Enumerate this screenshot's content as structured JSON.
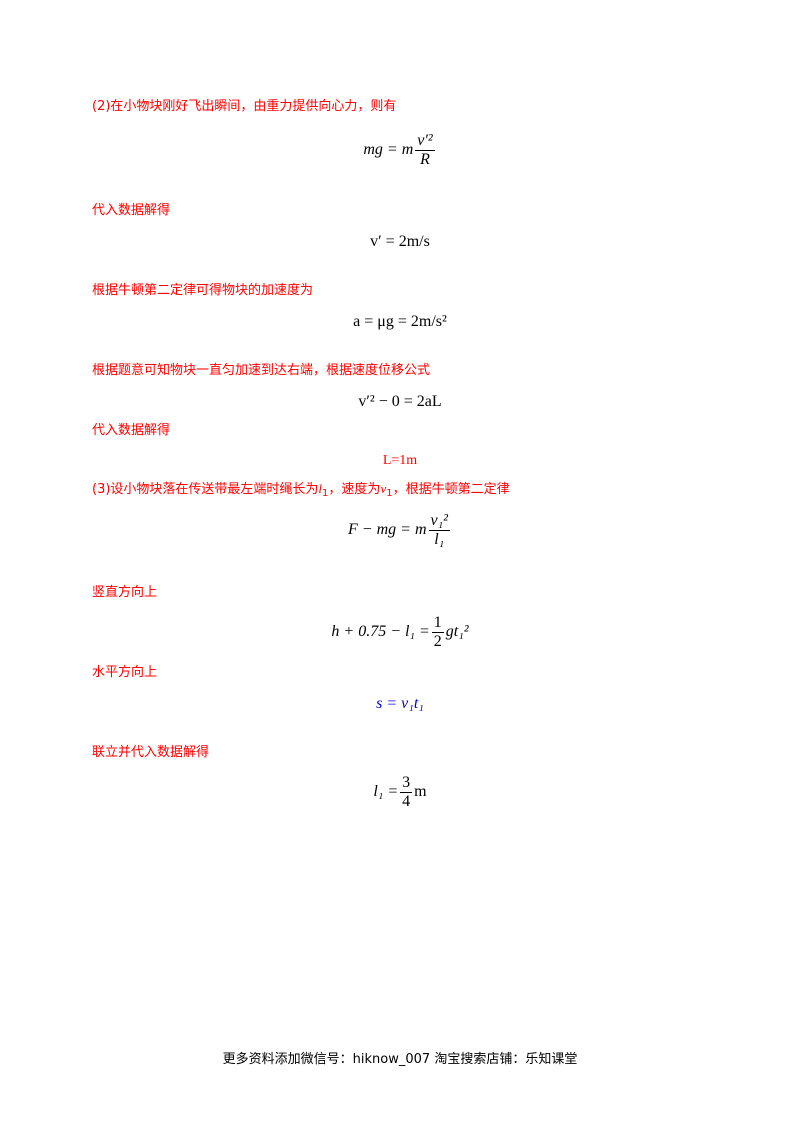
{
  "texts": {
    "t1": "(2)在小物块刚好飞出瞬间，由重力提供向心力，则有",
    "t2": "代入数据解得",
    "t3": "根据牛顿第二定律可得物块的加速度为",
    "t4": "根据题意可知物块一直匀加速到达右端，根据速度位移公式",
    "t5": "代入数据解得",
    "t6a": "(3)设小物块落在传送带最左端时绳长为",
    "t6b": "l",
    "t6c": "1",
    "t6d": "，速度为",
    "t6e": "v",
    "t6f": "1",
    "t6g": "，根据牛顿第二定律",
    "t7": "竖直方向上",
    "t8": "水平方向上",
    "t9": "联立并代入数据解得"
  },
  "equations": {
    "e1_left": "mg = m",
    "e1_num": "v′²",
    "e1_den": "R",
    "e2": "v′ = 2m/s",
    "e3": "a = μg = 2m/s²",
    "e4": "v′² − 0 = 2aL",
    "e5": "L=1m",
    "e6_left": "F − mg = m",
    "e6_num": "v₁²",
    "e6_den": "l₁",
    "e7_left": "h + 0.75 − l₁ =",
    "e7_num": "1",
    "e7_den": "2",
    "e7_right": "gt₁²",
    "e8": "s = v₁t₁",
    "e9_left": "l₁ =",
    "e9_num": "3",
    "e9_den": "4",
    "e9_right": "m"
  },
  "footer": "更多资料添加微信号：hiknow_007   淘宝搜索店铺：乐知课堂",
  "colors": {
    "text_red": "#ff0000",
    "eq_blue": "#0000cc"
  }
}
